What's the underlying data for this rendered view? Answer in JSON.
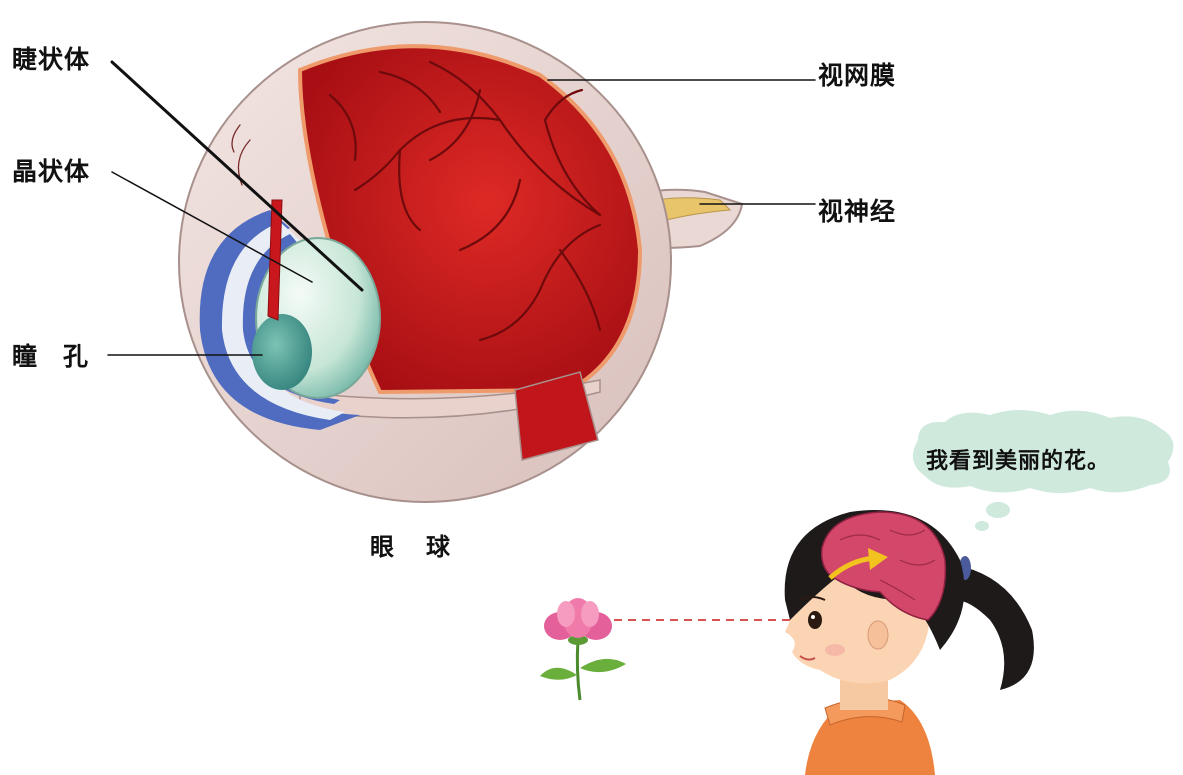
{
  "labels": {
    "ciliary_body": "睫状体",
    "lens": "晶状体",
    "pupil": "瞳孔",
    "retina": "视网膜",
    "optic_nerve": "视神经",
    "eyeball": "眼球"
  },
  "thought_bubble": {
    "text": "我看到美丽的花。"
  },
  "colors": {
    "sclera": "#ead8d5",
    "interior": "#c8181d",
    "vessel": "#6e0a0c",
    "lens": "#c7e6d6",
    "iris_blue": "#4f6cc0",
    "bubble": "#cfe9dd",
    "shirt": "#ee8340",
    "hair": "#1e1a1a",
    "brain": "#d2476a"
  }
}
